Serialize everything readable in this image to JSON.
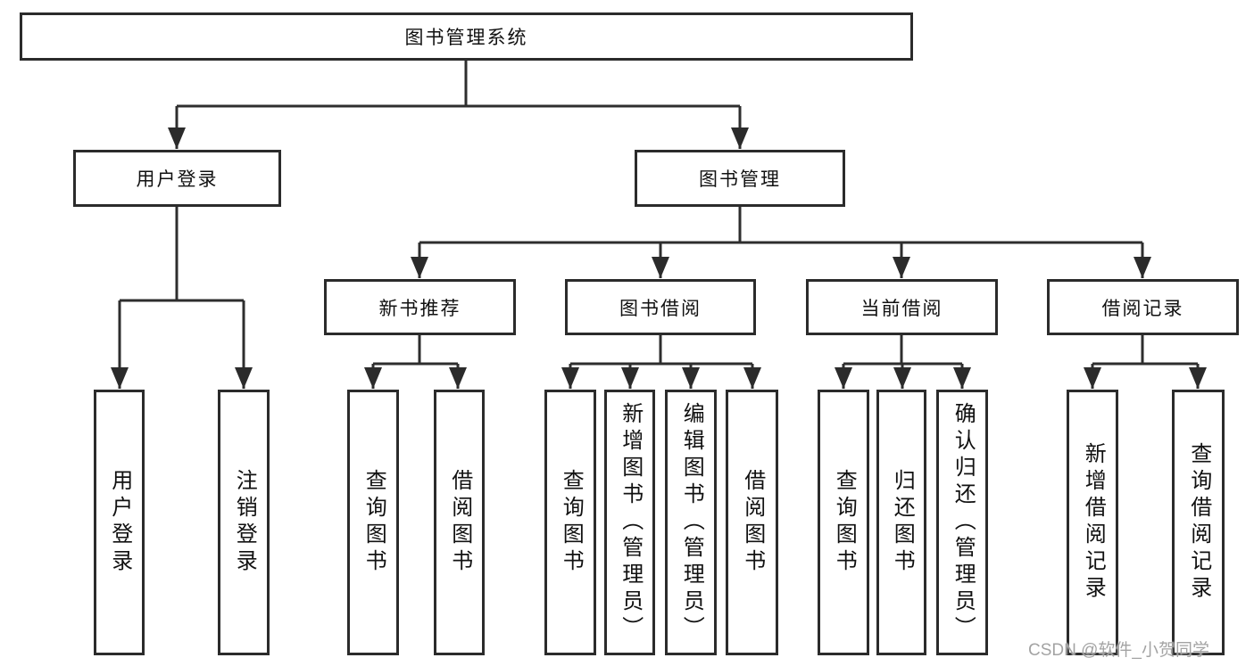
{
  "diagram": {
    "root": {
      "label": "图书管理系统"
    },
    "branches": [
      {
        "label": "用户登录"
      },
      {
        "label": "图书管理"
      }
    ],
    "sections": [
      {
        "label": "新书推荐"
      },
      {
        "label": "图书借阅"
      },
      {
        "label": "当前借阅"
      },
      {
        "label": "借阅记录"
      }
    ],
    "leaves": [
      {
        "label": "用户登录"
      },
      {
        "label": "注销登录"
      },
      {
        "label": "查询图书"
      },
      {
        "label": "借阅图书"
      },
      {
        "label": "查询图书"
      },
      {
        "label": "新增图书（管理员）"
      },
      {
        "label": "编辑图书（管理员）"
      },
      {
        "label": "借阅图书"
      },
      {
        "label": "查询图书"
      },
      {
        "label": "归还图书"
      },
      {
        "label": "确认归还（管理员）"
      },
      {
        "label": "新增借阅记录"
      },
      {
        "label": "查询借阅记录"
      }
    ],
    "watermark": "CSDN @软件_小贺同学",
    "colors": {
      "line": "#2e2e2e",
      "box_border": "#2b2b2b",
      "text": "#111111",
      "background": "#ffffff",
      "watermark": "#9e9e9e"
    }
  }
}
